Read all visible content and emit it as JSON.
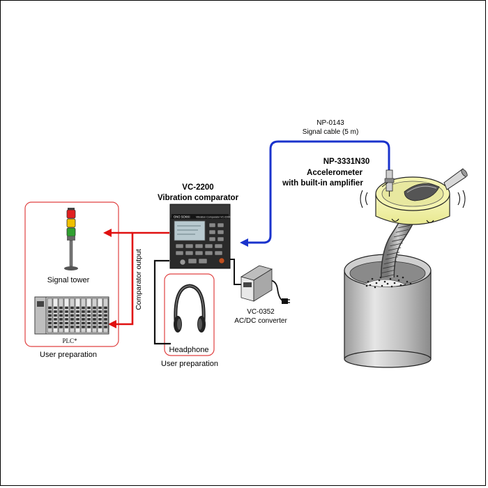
{
  "colors": {
    "signal_cable": "#1a33cc",
    "comparator_arrows": "#e01010",
    "group_box": "#e04040",
    "tower_red": "#e02020",
    "tower_yellow": "#f0c000",
    "tower_green": "#30a030"
  },
  "icons": [
    "signal-tower-icon",
    "plc-icon",
    "vibration-comparator-icon",
    "headphone-icon",
    "ac-dc-converter-icon",
    "accelerometer-icon",
    "vibrating-feeder-icon",
    "hopper-icon"
  ],
  "labels": {
    "cable_model": "NP-0143",
    "cable_desc": "Signal cable (5 m)",
    "sensor_model": "NP-3331N30",
    "sensor_line1": "Accelerometer",
    "sensor_line2": "with built-in amplifier",
    "comparator_model": "VC-2200",
    "comparator_desc": "Vibration comparator",
    "signal_tower": "Signal tower",
    "plc": "PLC*",
    "user_prep_left": "User preparation",
    "comparator_output": "Comparator output",
    "headphone": "Headphone",
    "user_prep_mid": "User preparation",
    "converter_model": "VC-0352",
    "converter_desc": "AC/DC converter",
    "device_brand": "ONO SOKKI",
    "device_panel_title": "Vibration Comparator VC-2200"
  }
}
